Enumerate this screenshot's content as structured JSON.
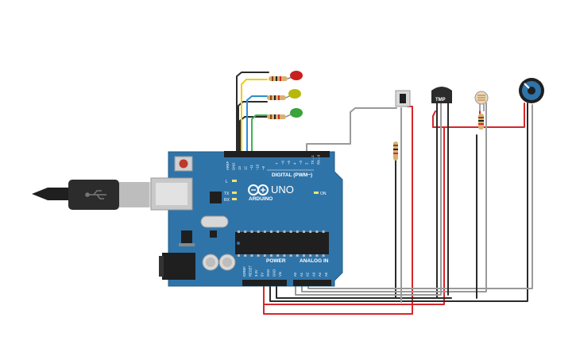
{
  "board": {
    "brand": "ARDUINO",
    "model": "UNO",
    "digital_label": "DIGITAL (PWM~)",
    "power_label": "POWER",
    "analog_label": "ANALOG IN",
    "on_label": "ON",
    "led_labels": [
      "L",
      "TX",
      "RX"
    ],
    "top_pins": [
      "AREF",
      "GND",
      "13",
      "12",
      "~11",
      "~10",
      "~9",
      "8",
      "7",
      "~6",
      "~5",
      "4",
      "~3",
      "2",
      "TX→1",
      "RX←0"
    ],
    "power_pins": [
      "IOREF",
      "RESET",
      "3.3V",
      "5V",
      "GND",
      "GND",
      "Vin"
    ],
    "analog_pins": [
      "A0",
      "A1",
      "A2",
      "A3",
      "A4",
      "A5"
    ]
  },
  "sensor_label": "TMP",
  "colors": {
    "board": "#2f74a9",
    "wire_red": "#d7262b",
    "wire_black": "#2b2b2b",
    "wire_gray": "#9a9a9a",
    "wire_yellow": "#f0cc14",
    "wire_blue": "#2a8fd2",
    "wire_green": "#3bb54a",
    "led_red": "#c8201c",
    "led_yellow": "#b8b80a",
    "led_green": "#3aa33a"
  }
}
